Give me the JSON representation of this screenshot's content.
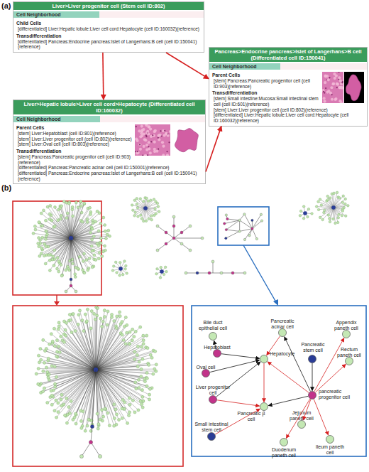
{
  "diagram": {
    "nodes": [
      {
        "text": [
          "Liver>Liver progenitor cell (Stem cell ID:802)",
          "Cell Neighborhood",
          "Child Cells",
          "[differentiated] Liver:Hepatic lobule:Liver cell cord:Hepatocyte (cell ID:160032)(reference)",
          "Transdifferentiation",
          "[differentiated] Pancreas:Endocrine pancreas:Islet of Langerhans:B cell (cell ID:150041)(reference)"
        ]
      },
      {
        "text": [
          "Liver>Hepatic lobule>Liver cell cord>Hepatocyte (Differentiated cell ID:160032)",
          "Cell Neighborhood",
          "Parent Cells",
          "[stem] Liver:Hepatoblast (cell ID:801)(reference)",
          "[stem] Liver:Liver progenitor cell (cell ID:802)(reference)",
          "[stem] Liver:Oval cell (cell ID:803)(reference)",
          "Transdifferentiation",
          "[stem] Pancreas:Pancreatic progenitor cell (cell ID:903)(reference)",
          "[differentiated] Pancreas:Pancreatic acinar cell (cell ID:150001)(reference)",
          "[differentiated] Pancreas:Endocrine pancreas:Islet of Langerhans:B cell (cell ID:150041)(reference)"
        ]
      },
      {
        "text": [
          "Pancreas>Endocrine pancreas>Islet of Langerhans>B cell (Differentiated cell ID:150041)",
          "Cell Neighborhood",
          "Parent Cells",
          "[stem] Pancreas:Pancreatic progenitor cell (cell ID:903)(reference)",
          "Transdifferentiation",
          "[stem] Small intestine:Mucosa:Small intestinal stem cell (cell ID:601)(reference)",
          "[stem] Liver:Liver progenitor cell (cell ID:802)(reference)",
          "[differentiated] Liver:Hepatic lobule:Liver cell cord:Hepatocyte (cell ID:160032)(reference)"
        ]
      },
      {
        "text": [
          "Bile duct epithelial cell"
        ]
      },
      {
        "text": [
          "Pancreatic acinar cell"
        ]
      },
      {
        "text": [
          "Appendix paneth cell"
        ]
      },
      {
        "text": [
          "Hepatoblast"
        ]
      },
      {
        "text": [
          "Hepatocyte"
        ]
      },
      {
        "text": [
          "Pancreatic stem cell"
        ]
      },
      {
        "text": [
          "Oval cell"
        ]
      },
      {
        "text": [
          "Rectum paneth cell"
        ]
      },
      {
        "text": [
          "Liver progenitor cell"
        ]
      },
      {
        "text": [
          "pancreatic progenitor cell"
        ]
      },
      {
        "text": [
          "Pancreatic β cell"
        ]
      },
      {
        "text": [
          "Jejunum paneth cell"
        ]
      },
      {
        "text": [
          "Small intestinal stem cell"
        ]
      },
      {
        "text": [
          "Duodenum paneth cell"
        ]
      },
      {
        "text": [
          "Ileum paneth cell"
        ]
      }
    ],
    "edges": [
      {
        "from": 0,
        "to": 1,
        "arrow": "to"
      },
      {
        "from": 0,
        "to": 2,
        "arrow": "to"
      },
      {
        "from": 1,
        "to": 2,
        "arrow": "to"
      },
      {
        "from": 6,
        "to": 3,
        "arrow": "to"
      },
      {
        "from": 6,
        "to": 7,
        "arrow": "to"
      },
      {
        "from": 9,
        "to": 7,
        "arrow": "to"
      },
      {
        "from": 11,
        "to": 7,
        "arrow": "to"
      },
      {
        "from": 4,
        "to": 7,
        "arrow": "to"
      },
      {
        "from": 12,
        "to": 7,
        "arrow": "to"
      },
      {
        "from": 7,
        "to": 13,
        "arrow": "to"
      },
      {
        "from": 11,
        "to": 13,
        "arrow": "to"
      },
      {
        "from": 15,
        "to": 13,
        "arrow": "to"
      },
      {
        "from": 8,
        "to": 12,
        "arrow": "to"
      },
      {
        "from": 12,
        "to": 13,
        "arrow": "to"
      },
      {
        "from": 12,
        "to": 4,
        "arrow": "to"
      },
      {
        "from": 12,
        "to": 5,
        "arrow": "to"
      },
      {
        "from": 12,
        "to": 10,
        "arrow": "to"
      },
      {
        "from": 12,
        "to": 14,
        "arrow": "to"
      },
      {
        "from": 12,
        "to": 16,
        "arrow": "to"
      },
      {
        "from": 12,
        "to": 17,
        "arrow": "to"
      }
    ],
    "labels": [
      "(a)",
      "(b)"
    ]
  }
}
